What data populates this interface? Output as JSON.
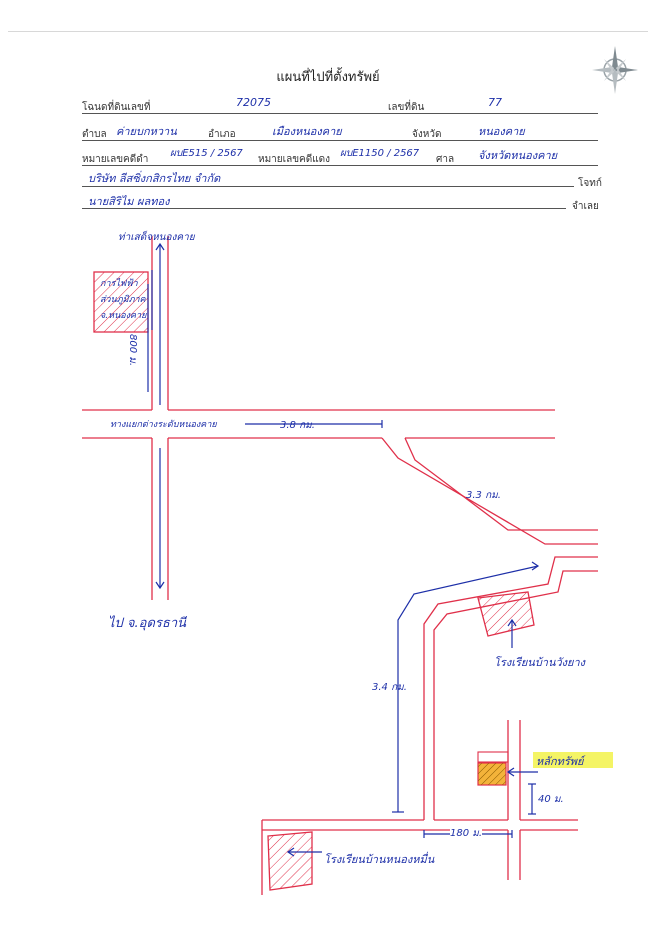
{
  "document": {
    "title": "แผนที่ไปที่ตั้งทรัพย์",
    "fields": {
      "deed_label": "โฉนดที่ดินเลขที่",
      "deed_value": "72075",
      "land_no_label": "เลขที่ดิน",
      "land_no_value": "77",
      "tambon_label": "ตำบล",
      "tambon_value": "ค่ายบกหวาน",
      "amphoe_label": "อำเภอ",
      "amphoe_value": "เมืองหนองคาย",
      "province_label": "จังหวัด",
      "province_value": "หนองคาย",
      "black_case_label": "หมายเลขคดีดำ",
      "black_case_value": "ผบE515 / 2567",
      "red_case_label": "หมายเลขคดีแดง",
      "red_case_value": "ผบE1150 / 2567",
      "court_label": "ศาล",
      "court_value": "จังหวัดหนองคาย",
      "plaintiff_value": "บริษัท ลีสซิ่งกสิกรไทย จำกัด",
      "plaintiff_label": "โจทก์",
      "defendant_value": "นายสิริไม ผลทอง",
      "defendant_label": "จำเลย"
    }
  },
  "map_labels": {
    "top_direction": "ท่าเสด็จหนองคาย",
    "power_office": [
      "การไฟฟ้า",
      "ส่วนภูมิภาค",
      "จ.หนองคาย"
    ],
    "dist_800": "800 ม.",
    "junction": "ทางแยกต่างระดับหนองคาย",
    "dist_3_8": "3.8 กม.",
    "dist_3_3": "3.3 กม.",
    "to_udon": "ไป จ.อุดรธานี",
    "school1": "โรงเรียนบ้านวังยาง",
    "dist_3_4": "3.4 กม.",
    "property": "หลักทรัพย์",
    "dist_40": "40 ม.",
    "dist_180": "180 ม.",
    "school2": "โรงเรียนบ้านหนองหมื่น"
  },
  "colors": {
    "road": "#e0304a",
    "ink": "#1d2fa8",
    "highlight": "#f2f24a",
    "property_fill": "#f3b33a"
  },
  "icons": [
    "compass-icon"
  ]
}
